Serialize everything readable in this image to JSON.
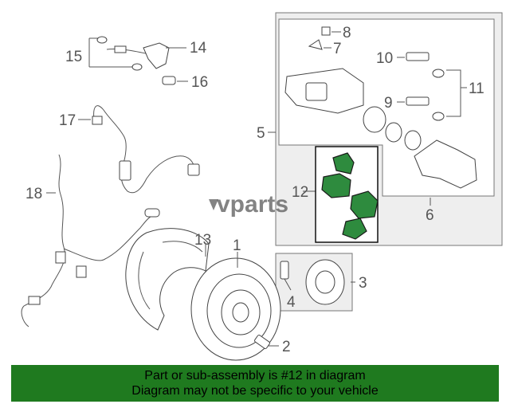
{
  "callouts": [
    "1",
    "2",
    "3",
    "4",
    "5",
    "6",
    "7",
    "8",
    "9",
    "10",
    "11",
    "12",
    "13",
    "14",
    "15",
    "16",
    "17",
    "18"
  ],
  "watermark": "vparts",
  "footer": {
    "line1": "Part or sub-assembly is #12 in diagram",
    "line2": "Diagram may not be specific to your vehicle"
  },
  "colors": {
    "highlight": "#1f7a1f",
    "pad": "#2e8b3e",
    "panel": "#eeeeee"
  }
}
